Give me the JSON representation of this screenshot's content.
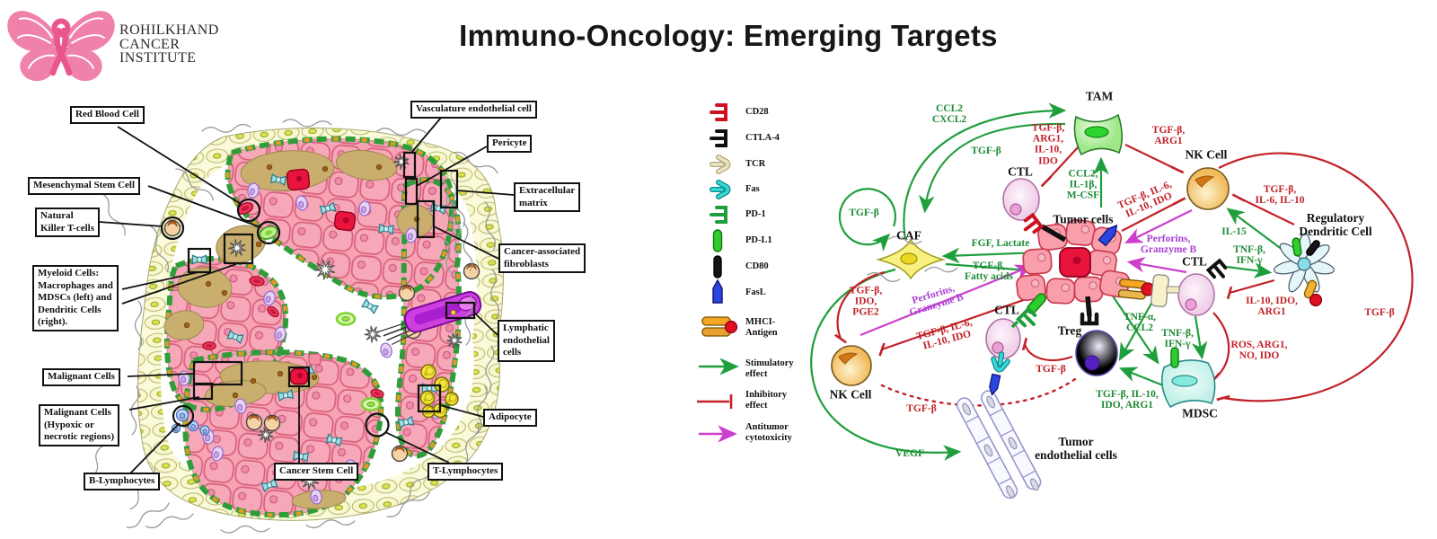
{
  "header": {
    "logo_lines": [
      "ROHILKHAND",
      "CANCER",
      "INSTITUTE"
    ],
    "title": "Immuno-Oncology: Emerging Targets"
  },
  "left_panel": {
    "callouts": {
      "red_blood_cell": "Red Blood Cell",
      "vasculature_endothelial_cell": "Vasculature endothelial cell",
      "pericyte": "Pericyte",
      "mesenchymal_stem_cell": "Mesenchymal Stem Cell",
      "extracellular_matrix": "Extracellular\nmatrix",
      "natural_killer_t_cells": "Natural\nKiller T-cells",
      "cancer_associated_fibroblasts": "Cancer-associated\nfibroblasts",
      "myeloid_cells": "Myeloid Cells:\nMacrophages and\nMDSCs (left) and\nDendritic Cells\n(right).",
      "lymphatic_endothelial_cells": "Lymphatic\nendothelial\ncells",
      "malignant_cells": "Malignant Cells",
      "malignant_cells_hypoxic": "Malignant Cells\n(Hypoxic or\nnecrotic regions)",
      "adipocyte": "Adipocyte",
      "b_lymphocytes": "B-Lymphocytes",
      "cancer_stem_cell": "Cancer Stem Cell",
      "t_lymphocytes": "T-Lymphocytes"
    }
  },
  "right_panel": {
    "legend": {
      "cd28": "CD28",
      "ctla4": "CTLA-4",
      "tcr": "TCR",
      "fas": "Fas",
      "pd1": "PD-1",
      "pdl1": "PD-L1",
      "cd80": "CD80",
      "fasl": "FasL",
      "mhci": "MHCI-\nAntigen",
      "stimulatory": "Stimulatory\neffect",
      "inhibitory": "Inhibitory\neffect",
      "antitumor": "Antitumor\ncytotoxicity"
    },
    "cells": {
      "tam": "TAM",
      "nk_top": "NK Cell",
      "reg_dc": "Regulatory\nDendritic Cell",
      "ctl_top": "CTL",
      "tumor": "Tumor cells",
      "caf": "CAF",
      "ctl_right": "CTL",
      "treg": "Treg",
      "mdsc": "MDSC",
      "ctl_left": "CTL",
      "nk_bottom": "NK Cell",
      "endothelial": "Tumor\nendothelial cells"
    },
    "signals": {
      "ccl2_cxcl2": {
        "text": "CCL2\nCXCL2",
        "color": "green"
      },
      "tgfb_tam_caf": {
        "text": "TGF-β",
        "color": "green"
      },
      "tgfb_loop": {
        "text": "TGF-β",
        "color": "green"
      },
      "tam_ctl": {
        "text": "TGF-β,\nARG1,\nIL-10,\nIDO",
        "color": "red"
      },
      "tam_nk": {
        "text": "TGF-β,\nARG1",
        "color": "red"
      },
      "ccl2_il1b_mcsf": {
        "text": "CCL2,\nIL-1β,\nM-CSF",
        "color": "green"
      },
      "tumor_nk": {
        "text": "TGF-β, IL-6,\nIL-10, IDO",
        "color": "red"
      },
      "dc_nk": {
        "text": "TGF-β,\nIL-6, IL-10",
        "color": "red"
      },
      "il15": {
        "text": "IL-15",
        "color": "green"
      },
      "perforins_top": {
        "text": "Perforins,\nGranzyme B",
        "color": "magenta"
      },
      "fgf_lactate": {
        "text": "FGF, Lactate",
        "color": "green"
      },
      "tgfb_fatty": {
        "text": "TGF-β,\nFatty acids",
        "color": "green"
      },
      "tnfb_ifng_dc": {
        "text": "TNF-β,\nIFN-γ",
        "color": "green"
      },
      "tgfb_ido_pge2": {
        "text": "TGF-β,\nIDO,\nPGE2",
        "color": "red"
      },
      "perforins_diag": {
        "text": "Perforins,\nGranzyme B",
        "color": "magenta"
      },
      "tumor_nkb": {
        "text": "TGF-β, IL-6,\nIL-10, IDO",
        "color": "red"
      },
      "tnfa_ccl2": {
        "text": "TNF-α,\nCCL2",
        "color": "green"
      },
      "tnfb_ifng_mdsc": {
        "text": "TNF-β,\nIFN-γ",
        "color": "green"
      },
      "il10_ido_arg1": {
        "text": "IL-10, IDO,\nARG1",
        "color": "red"
      },
      "ros_arg1": {
        "text": "ROS, ARG1,\nNO, IDO",
        "color": "red"
      },
      "tgfb_circle": {
        "text": "TGF-β",
        "color": "red"
      },
      "tgfb_treg_ctl": {
        "text": "TGF-β",
        "color": "red"
      },
      "tgfb_nk_treg": {
        "text": "TGF-β",
        "color": "red"
      },
      "tgfb_mdsc_treg": {
        "text": "TGF-β, IL-10,\nIDO, ARG1",
        "color": "green"
      },
      "vegf": {
        "text": "VEGF",
        "color": "green"
      }
    }
  }
}
